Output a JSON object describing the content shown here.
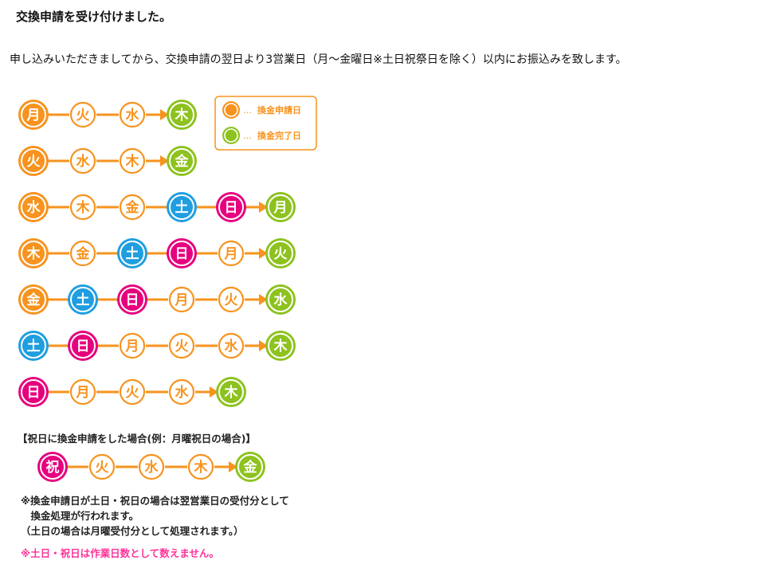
{
  "heading": "交換申請を受け付けました。",
  "lead": "申し込みいただきましてから、交換申請の翌日より3営業日（月～金曜日※土日祝祭日を除く）以内にお振込みを致します。",
  "colors": {
    "apply": "#f7931e",
    "complete": "#8dc21f",
    "saturday": "#1f9ee0",
    "sunday": "#e6007e",
    "line": "#f7931e",
    "weekday_text": "#f7931e"
  },
  "legend": [
    {
      "kind": "apply",
      "dots": "…",
      "label": "換金申請日"
    },
    {
      "kind": "complete",
      "dots": "…",
      "label": "換金完了日"
    }
  ],
  "schedule_rows": [
    {
      "days": [
        {
          "t": "月",
          "k": "apply"
        },
        {
          "t": "火",
          "k": "wd"
        },
        {
          "t": "水",
          "k": "wd"
        },
        {
          "t": "木",
          "k": "complete"
        }
      ]
    },
    {
      "days": [
        {
          "t": "火",
          "k": "apply"
        },
        {
          "t": "水",
          "k": "wd"
        },
        {
          "t": "木",
          "k": "wd"
        },
        {
          "t": "金",
          "k": "complete"
        }
      ]
    },
    {
      "days": [
        {
          "t": "水",
          "k": "apply"
        },
        {
          "t": "木",
          "k": "wd"
        },
        {
          "t": "金",
          "k": "wd"
        },
        {
          "t": "土",
          "k": "sat"
        },
        {
          "t": "日",
          "k": "sun"
        },
        {
          "t": "月",
          "k": "complete"
        }
      ]
    },
    {
      "days": [
        {
          "t": "木",
          "k": "apply"
        },
        {
          "t": "金",
          "k": "wd"
        },
        {
          "t": "土",
          "k": "sat"
        },
        {
          "t": "日",
          "k": "sun"
        },
        {
          "t": "月",
          "k": "wd"
        },
        {
          "t": "火",
          "k": "complete"
        }
      ]
    },
    {
      "days": [
        {
          "t": "金",
          "k": "apply"
        },
        {
          "t": "土",
          "k": "sat"
        },
        {
          "t": "日",
          "k": "sun"
        },
        {
          "t": "月",
          "k": "wd"
        },
        {
          "t": "火",
          "k": "wd"
        },
        {
          "t": "水",
          "k": "complete"
        }
      ]
    },
    {
      "days": [
        {
          "t": "土",
          "k": "sat"
        },
        {
          "t": "日",
          "k": "sun"
        },
        {
          "t": "月",
          "k": "wd"
        },
        {
          "t": "火",
          "k": "wd"
        },
        {
          "t": "水",
          "k": "wd"
        },
        {
          "t": "木",
          "k": "complete"
        }
      ]
    },
    {
      "days": [
        {
          "t": "日",
          "k": "sun"
        },
        {
          "t": "月",
          "k": "wd"
        },
        {
          "t": "火",
          "k": "wd"
        },
        {
          "t": "水",
          "k": "wd"
        },
        {
          "t": "木",
          "k": "complete"
        }
      ]
    }
  ],
  "holiday_title": "【祝日に換金申請をした場合(例：月曜祝日の場合)】",
  "holiday_row": {
    "days": [
      {
        "t": "祝",
        "k": "sun"
      },
      {
        "t": "火",
        "k": "wd"
      },
      {
        "t": "水",
        "k": "wd"
      },
      {
        "t": "木",
        "k": "wd"
      },
      {
        "t": "金",
        "k": "complete"
      }
    ]
  },
  "notes": [
    "※換金申請日が土日・祝日の場合は翌営業日の受付分として",
    "　換金処理が行われます。",
    "（土日の場合は月曜受付分として処理されます。）"
  ],
  "pink_note": "※土日・祝日は作業日数として数えません。"
}
